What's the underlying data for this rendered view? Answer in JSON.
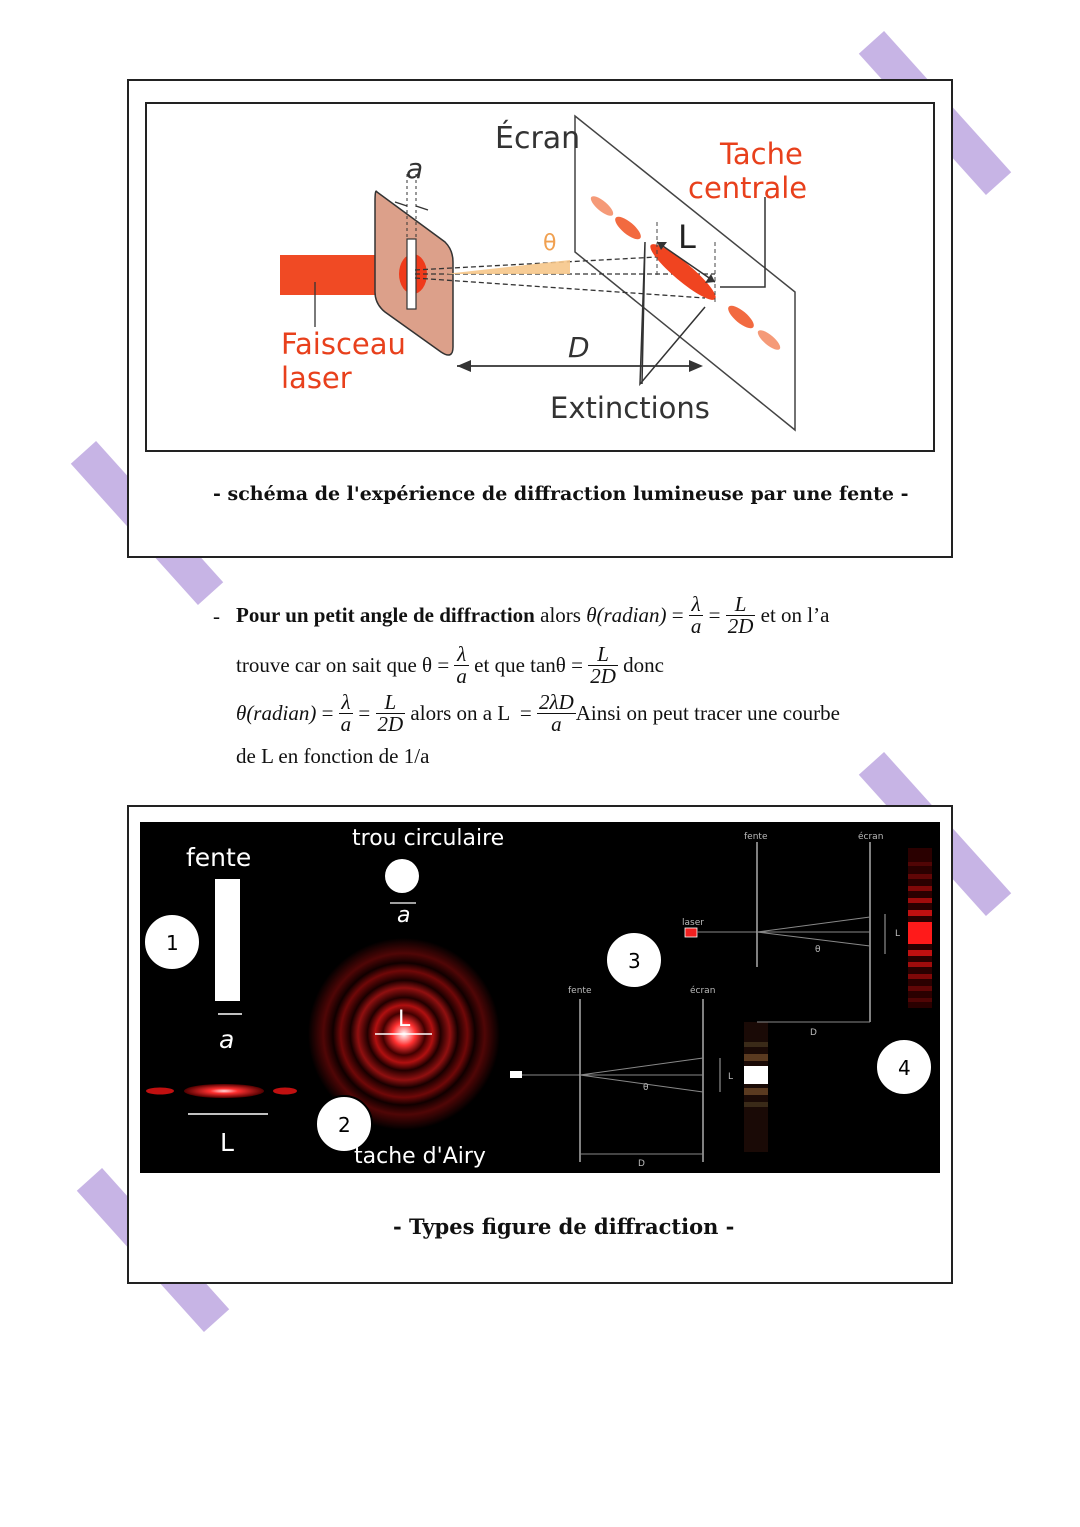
{
  "figure1": {
    "label_ecran": "Écran",
    "label_a": "a",
    "label_tache_l1": "Tache",
    "label_tache_l2": "centrale",
    "label_theta": "θ",
    "label_L": "L",
    "label_faisceau_l1": "Faisceau",
    "label_faisceau_l2": "laser",
    "label_D": "D",
    "label_extinctions": "Extinctions",
    "caption": "- schéma de l'expérience de diffraction lumineuse par une fente -"
  },
  "text": {
    "bullet": "-",
    "line1_bold": "Pour un petit angle de diffraction",
    "line1_alors": " alors ",
    "theta_radian": "θ(radian)",
    "eq": " = ",
    "lambda": "λ",
    "a": "a",
    "L": "L",
    "twoD": "2D",
    "line1_end": " et on l’a",
    "line2_start": "trouve car on sait que θ",
    "line2_mid": " et que tanθ = ",
    "line2_end": " donc",
    "line3_mid": " alors on a L ",
    "twolambdaD": "2λD",
    "line3_end": "Ainsi on peut tracer une courbe",
    "line4": "de L en fonction de 1/a"
  },
  "figure2": {
    "p1_title": "fente",
    "p1_num": "1",
    "p1_a": "a",
    "p1_L": "L",
    "p2_title": "trou circulaire",
    "p2_a": "a",
    "p2_L": "L",
    "p2_num": "2",
    "p2_caption": "tache d'Airy",
    "p3_num": "3",
    "p3_fente": "fente",
    "p3_ecran": "écran",
    "p3_theta": "θ",
    "p3_D": "D",
    "p3_L": "L",
    "p4_fente": "fente",
    "p4_ecran": "écran",
    "p4_laser": "laser",
    "p4_theta": "θ",
    "p4_D": "D",
    "p4_L": "L",
    "p4_num": "4",
    "caption": "- Types figure de diffraction -"
  },
  "colors": {
    "tape": "#c4b0e4",
    "laser_red": "#f03a1a",
    "orange_label": "#e8401c",
    "slit_plate": "#dca08a"
  }
}
